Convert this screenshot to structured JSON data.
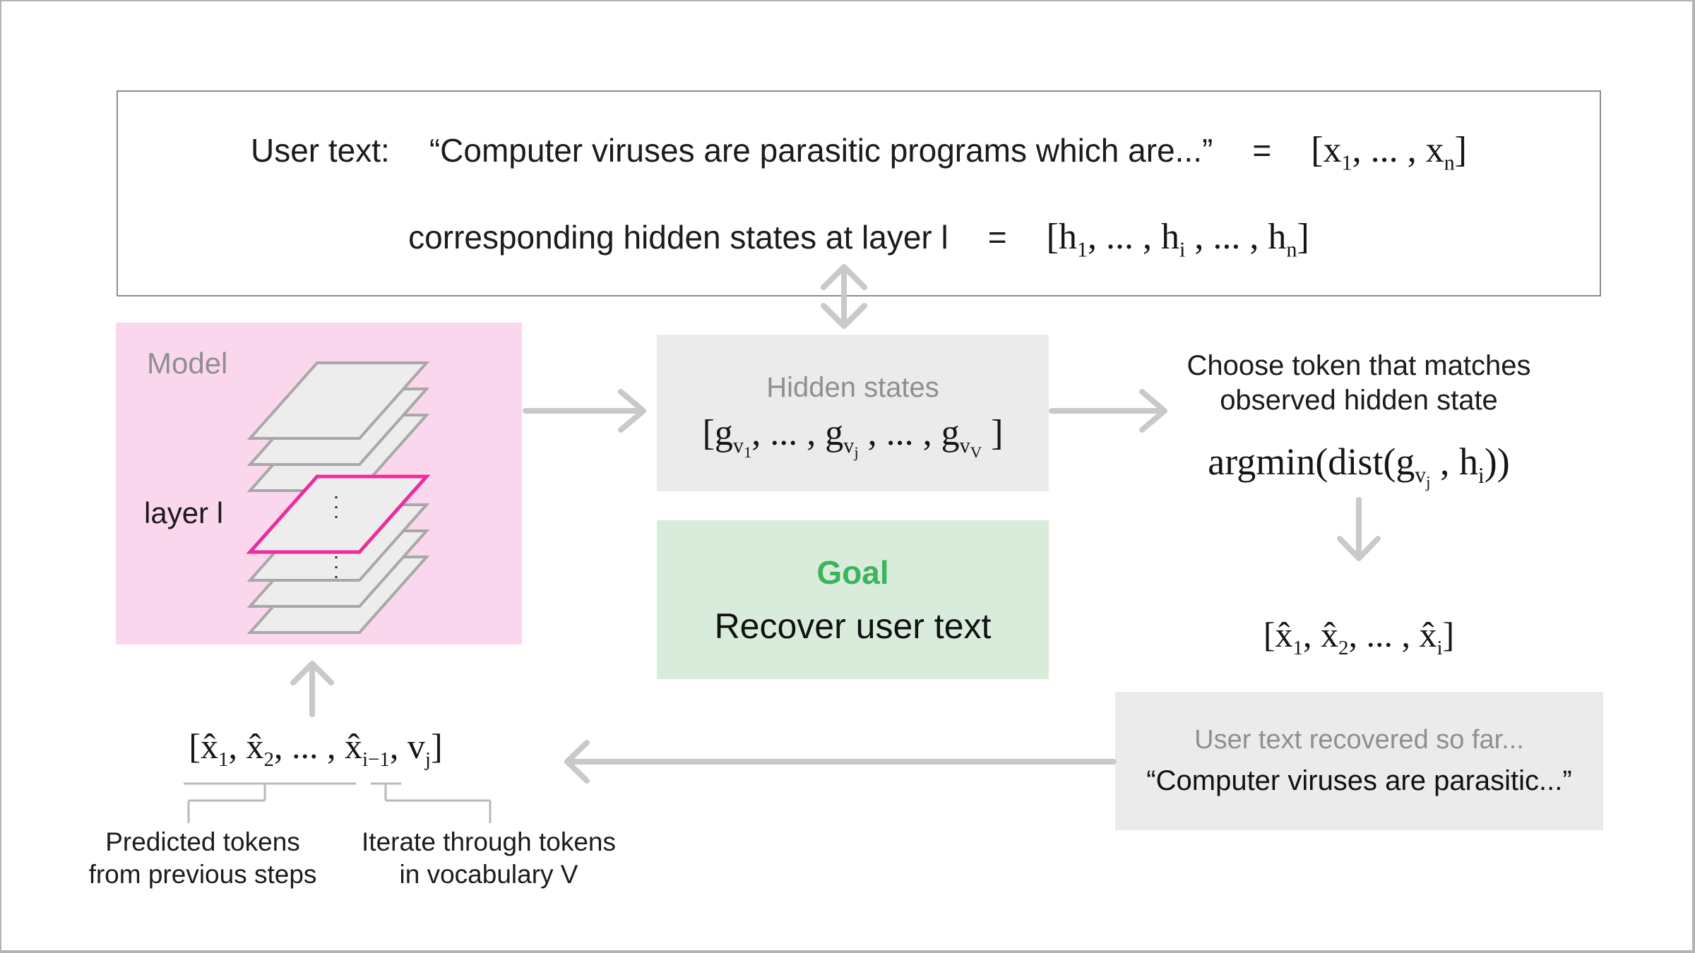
{
  "colors": {
    "model_box_bg": "#fbd7ee",
    "highlight_layer": "#ec2c9e",
    "gray_panel_bg": "#ebebeb",
    "goal_box_bg": "#d9ecdc",
    "goal_text_green": "#3cb45c",
    "arrow_gray": "#c9c9c9",
    "sheet_fill": "#ededed",
    "sheet_stroke": "#a8a8a8",
    "muted_text": "#8f8f8f"
  },
  "user_text_box": {
    "line1": {
      "label": "User text:",
      "quote": "“Computer viruses are parasitic programs which are...”",
      "equals": "=",
      "math": "[x_{1}, ... , x_{n}]"
    },
    "line2": {
      "label": "corresponding hidden states at layer l",
      "equals": "=",
      "math": "[h_{1}, ... , h_{i} , ... , h_{n}]"
    }
  },
  "model_box": {
    "title": "Model",
    "layer_label": "layer l"
  },
  "hidden_states_box": {
    "title": "Hidden states",
    "math": "[g_{v_{1}}, ... , g_{v_{j}} , ... , g_{v_{V}} ]"
  },
  "goal_box": {
    "title": "Goal",
    "text": "Recover user text"
  },
  "choose_token": {
    "line1": "Choose token that matches",
    "line2": "observed hidden state",
    "math": "argmin(dist(g_{v_{j}} , h_{i}))"
  },
  "recovered_tokens": {
    "math": "[x̂_{1}, x̂_{2}, ... , x̂_{i}]"
  },
  "recovered_text_box": {
    "title": "User text recovered so far...",
    "text": "“Computer viruses are parasitic...”"
  },
  "next_input": {
    "math": "[x̂_{1}, x̂_{2}, ... , x̂_{i−1}, v_{j}]",
    "predicted_label_line1": "Predicted tokens",
    "predicted_label_line2": "from previous steps",
    "iterate_label_line1": "Iterate through tokens",
    "iterate_label_line2": "in vocabulary V"
  }
}
